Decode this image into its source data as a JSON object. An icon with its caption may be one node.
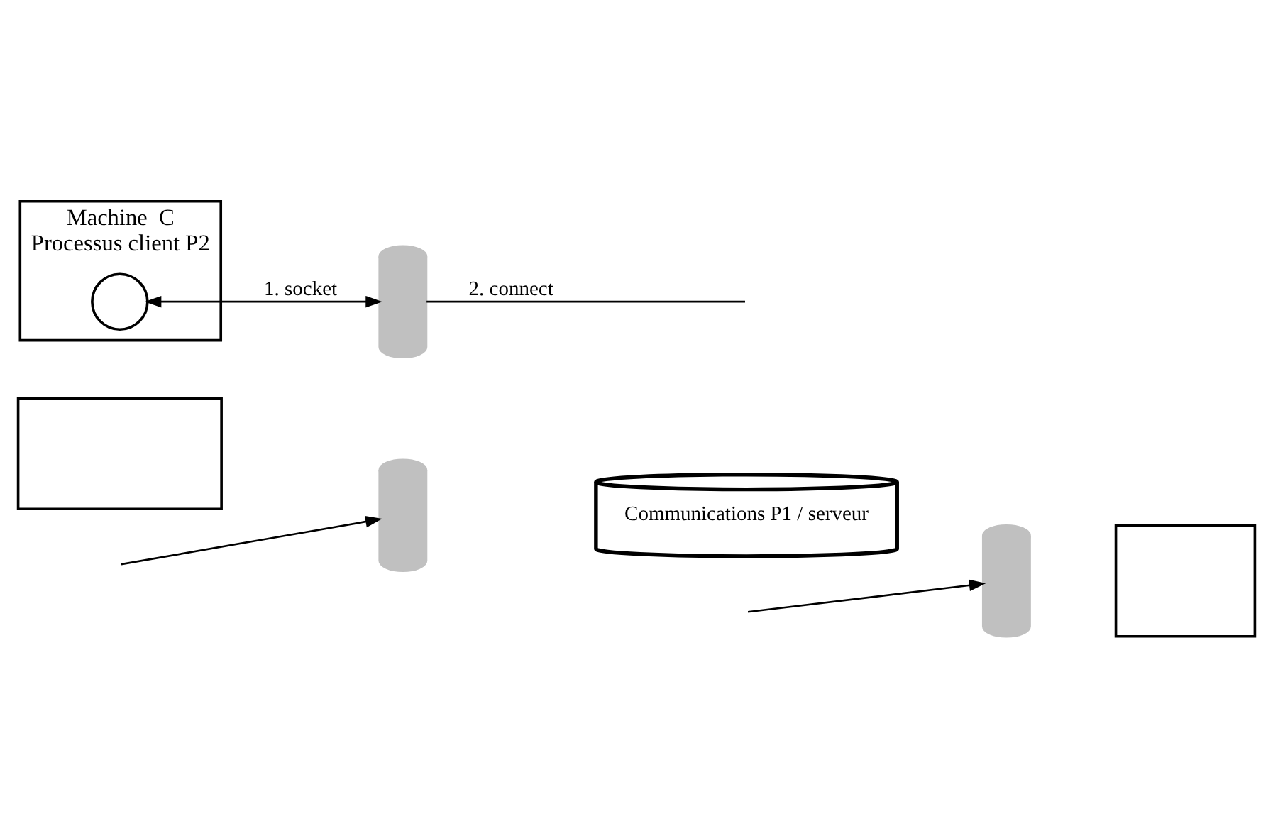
{
  "diagram": {
    "nodes": [
      {
        "text": [],
        "shape": "box"
      },
      {
        "text": [],
        "shape": "cylinder"
      },
      {
        "text": [
          "Communications P1 / serveur"
        ]
      },
      {
        "text": [],
        "shape": "cylinder"
      },
      {
        "text": [],
        "shape": "box"
      },
      {
        "text": [
          "Machine  C",
          "Processus client P2"
        ]
      },
      {
        "text": [],
        "shape": "circle",
        "in": 5
      },
      {
        "text": [],
        "shape": "cylinder"
      }
    ],
    "edges": [
      {
        "from": null,
        "to": 1,
        "arrow": "to"
      },
      {
        "from": null,
        "to": 3,
        "arrow": "to"
      },
      {
        "from": 6,
        "to": 7,
        "arrow": "both",
        "label": "1. socket"
      },
      {
        "from": 7,
        "to": null,
        "arrow": "none",
        "label": "2. connect"
      }
    ]
  }
}
